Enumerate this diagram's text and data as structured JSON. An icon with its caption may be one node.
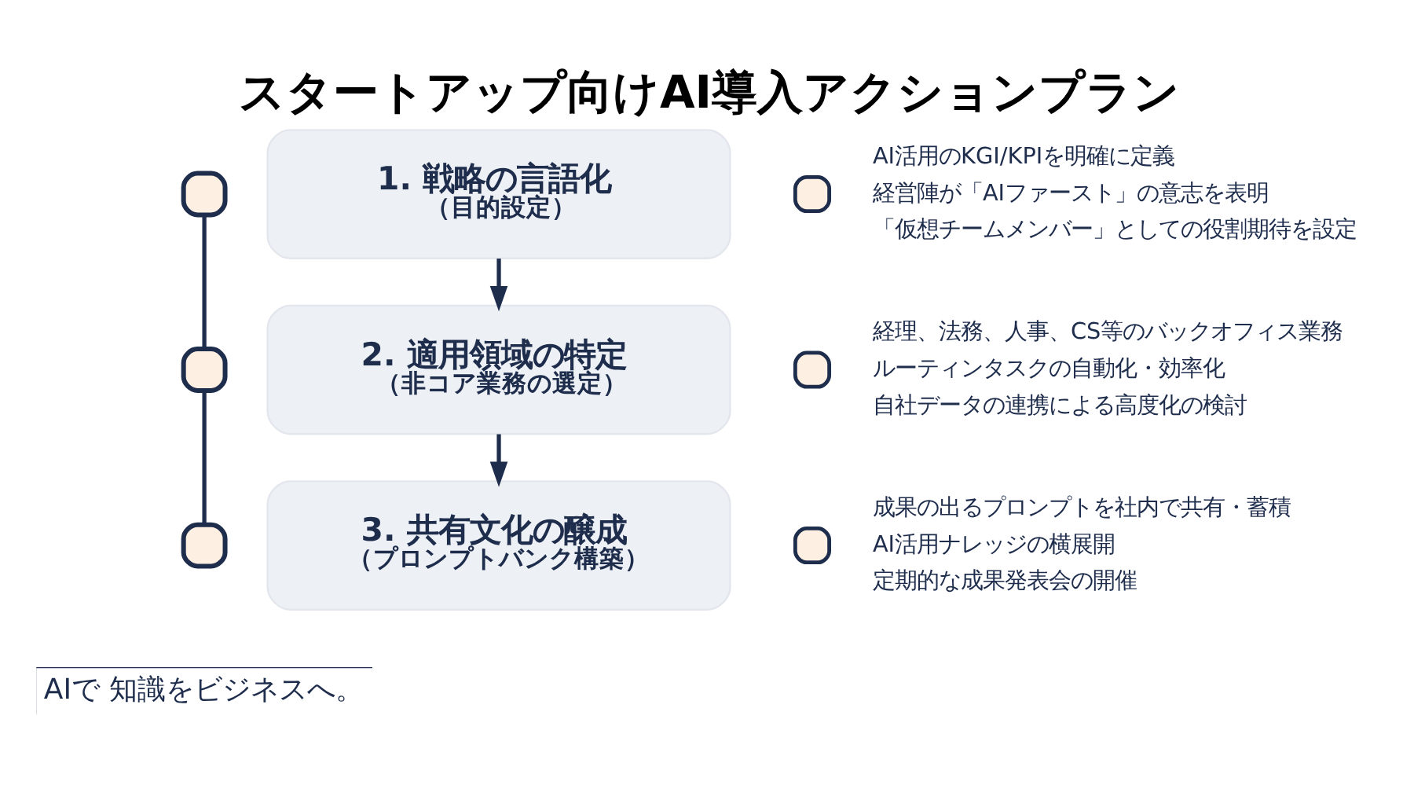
{
  "diagram": {
    "title": "スタートアップ向けAI導入アクションプラン",
    "nodes": [
      {
        "text": [],
        "shape": "box"
      },
      {
        "text": [
          "1. 戦略の言語化",
          "（目的設定）"
        ],
        "beside": [
          "AI活用のKGI/KPIを明確に定義",
          "経営陣が「AIファースト」の意志を表明",
          "「仮想チームメンバー」としての役割期待を設定"
        ]
      },
      {
        "text": [],
        "shape": "box"
      },
      {
        "text": [
          "2. 適用領域の特定",
          "（非コア業務の選定）"
        ],
        "beside": [
          "経理、法務、人事、CS等のバックオフィス業務",
          "ルーティンタスクの自動化・効率化",
          "自社データの連携による高度化の検討"
        ]
      },
      {
        "text": [],
        "shape": "box"
      },
      {
        "text": [
          "3. 共有文化の醸成",
          "（プロンプトバンク構築）"
        ],
        "beside": [
          "成果の出るプロンプトを社内で共有・蓄積",
          "AI活用ナレッジの横展開",
          "定期的な成果発表会の開催"
        ]
      }
    ],
    "edges": [
      {
        "from": 0,
        "to": 2,
        "arrow": "none"
      },
      {
        "from": 2,
        "to": 4,
        "arrow": "none"
      },
      {
        "from": 1,
        "to": 3,
        "arrow": "to"
      },
      {
        "from": 3,
        "to": 5,
        "arrow": "to"
      }
    ],
    "labels": [
      "AIで 知識をビジネスへ。"
    ]
  }
}
